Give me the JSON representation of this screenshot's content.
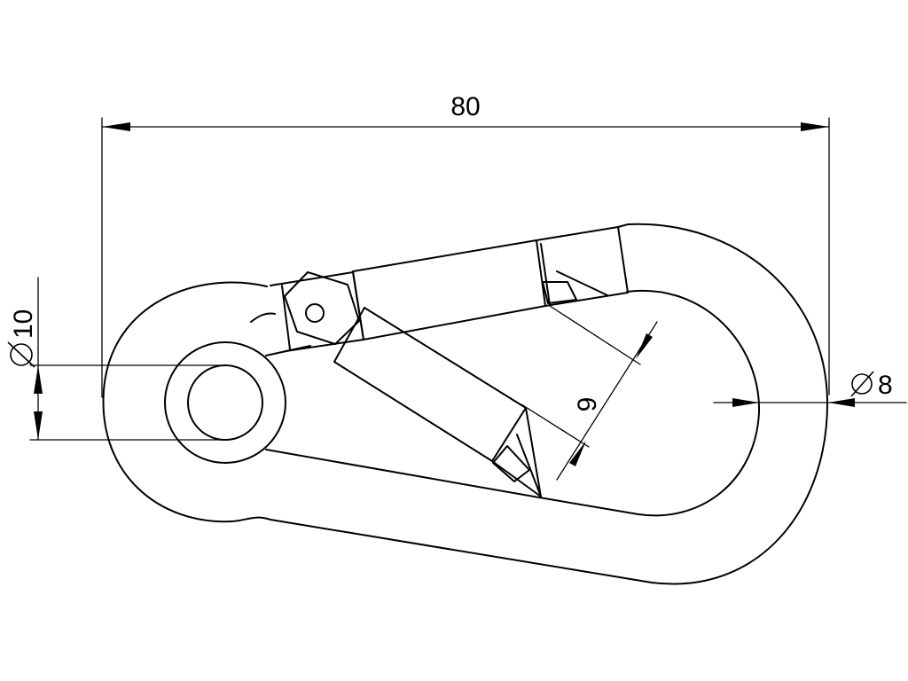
{
  "dimensions": {
    "overall_length": {
      "value": "80"
    },
    "eye_diameter": {
      "symbol": "⌀",
      "value": "10"
    },
    "wire_diameter": {
      "symbol": "⌀",
      "value": "8"
    },
    "gate_opening": {
      "value": "9"
    }
  },
  "colors": {
    "line": "#000000",
    "background": "#ffffff"
  }
}
